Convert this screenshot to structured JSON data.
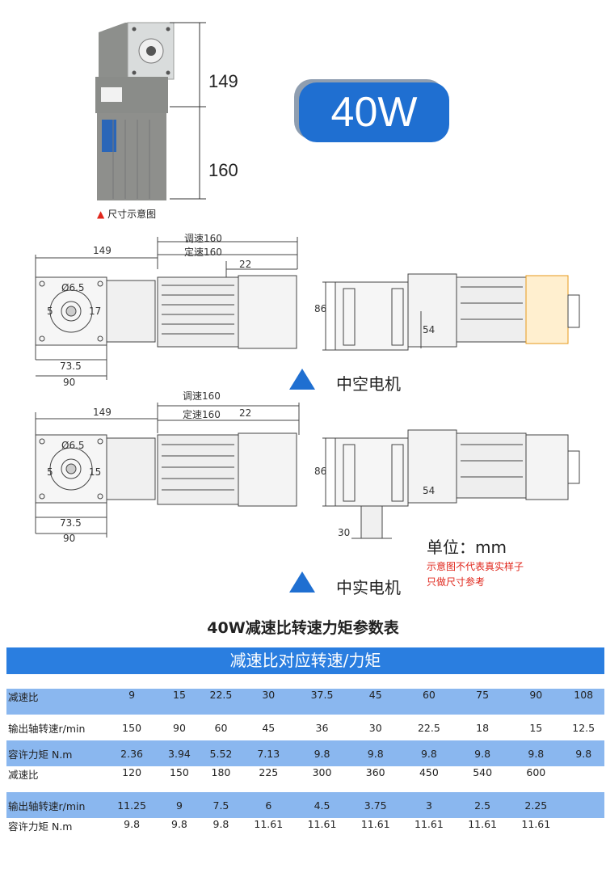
{
  "badge": {
    "text": "40W",
    "color": "#1f6fd1"
  },
  "motor_photo": {
    "dim_top": "149",
    "dim_bottom": "160",
    "caption": "尺寸示意图",
    "caption_icon": "red-triangle-icon"
  },
  "hollow": {
    "dims": {
      "adjust": "调速160",
      "fixed": "定速160",
      "d22": "22",
      "d149": "149",
      "hole": "Ø6.5",
      "d5": "5",
      "d17": "17",
      "d73": "73.5",
      "d90": "90",
      "h86": "86",
      "d54": "54"
    },
    "label": "中空电机"
  },
  "solid": {
    "dims": {
      "adjust": "调速160",
      "fixed": "定速160",
      "d22": "22",
      "d149": "149",
      "hole": "Ø6.5",
      "d5": "5",
      "d15": "15",
      "d73": "73.5",
      "d90": "90",
      "h86": "86",
      "d54": "54",
      "d30": "30"
    },
    "label": "中实电机"
  },
  "unit": "单位：mm",
  "notes": [
    "示意图不代表真实样子",
    "只做尺寸参考"
  ],
  "table": {
    "title": "40W减速比转速力矩参数表",
    "subtitle": "减速比对应转速/力矩",
    "header_color": "#2a7ee0",
    "stripe_color": "#8ab7ef",
    "rows": [
      {
        "label": "减速比",
        "cells": [
          "9",
          "15",
          "22.5",
          "30",
          "37.5",
          "45",
          "60",
          "75",
          "90",
          "108"
        ]
      },
      {
        "label": "输出轴转速r/min",
        "cells": [
          "150",
          "90",
          "60",
          "45",
          "36",
          "30",
          "22.5",
          "18",
          "15",
          "12.5"
        ]
      },
      {
        "label": "容许力矩 N.m",
        "cells": [
          "2.36",
          "3.94",
          "5.52",
          "7.13",
          "9.8",
          "9.8",
          "9.8",
          "9.8",
          "9.8",
          "9.8"
        ]
      },
      {
        "label": "减速比",
        "cells": [
          "120",
          "150",
          "180",
          "225",
          "300",
          "360",
          "450",
          "540",
          "600",
          ""
        ]
      },
      {
        "label": "输出轴转速r/min",
        "cells": [
          "11.25",
          "9",
          "7.5",
          "6",
          "4.5",
          "3.75",
          "3",
          "2.5",
          "2.25",
          ""
        ]
      },
      {
        "label": "容许力矩 N.m",
        "cells": [
          "9.8",
          "9.8",
          "9.8",
          "11.61",
          "11.61",
          "11.61",
          "11.61",
          "11.61",
          "11.61",
          ""
        ]
      }
    ]
  }
}
